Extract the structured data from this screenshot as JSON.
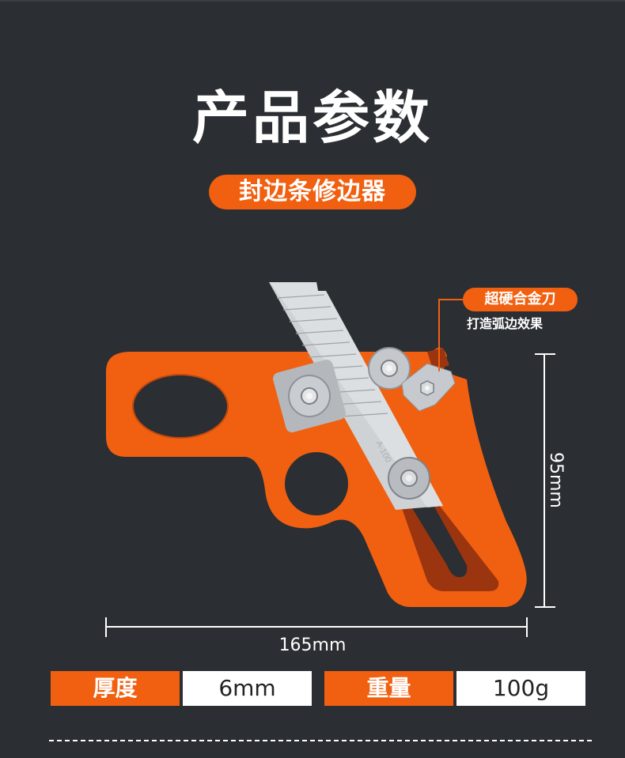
{
  "header": {
    "title": "产品参数",
    "subtitle": "封边条修边器"
  },
  "callout": {
    "label": "超硬合金刀",
    "description": "打造弧边效果"
  },
  "dimensions": {
    "height": "95mm",
    "width": "165mm"
  },
  "specs": [
    {
      "label": "厚度",
      "value": "6mm"
    },
    {
      "label": "重量",
      "value": "100g"
    }
  ],
  "blade_marking": "A-100",
  "colors": {
    "background": "#2b2e32",
    "accent": "#f06010",
    "accent_dark": "#9a3510",
    "text": "#ffffff",
    "value_bg": "#ffffff",
    "value_text": "#222222"
  }
}
